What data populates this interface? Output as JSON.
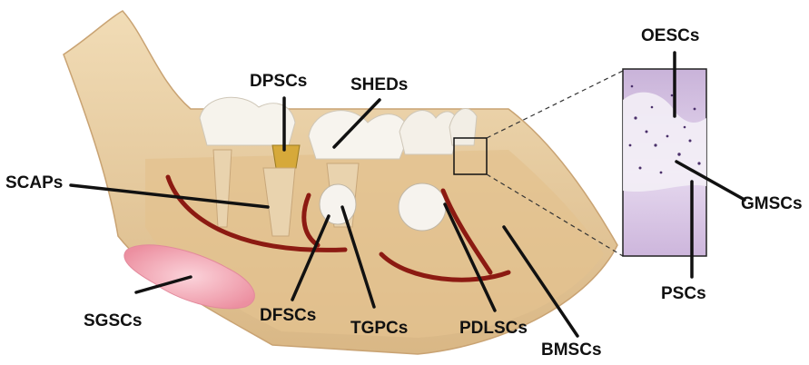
{
  "labels": {
    "dpscs": "DPSCs",
    "sheds": "SHEDs",
    "oescs": "OESCs",
    "scaps": "SCAPs",
    "gmscs": "GMSCs",
    "sgscs": "SGSCs",
    "dfscs": "DFSCs",
    "tgpcs": "TGPCs",
    "pdlscs": "PDLSCs",
    "bmscs": "BMSCs",
    "pscs": "PSCs"
  },
  "colors": {
    "bone": "#e8cfa6",
    "bone_shadow": "#d8b987",
    "tooth": "#f4f1ea",
    "canal": "#8c1a12",
    "gland": "#f2a9b4",
    "histology": "#d9c7e3",
    "leader": "#111111"
  }
}
